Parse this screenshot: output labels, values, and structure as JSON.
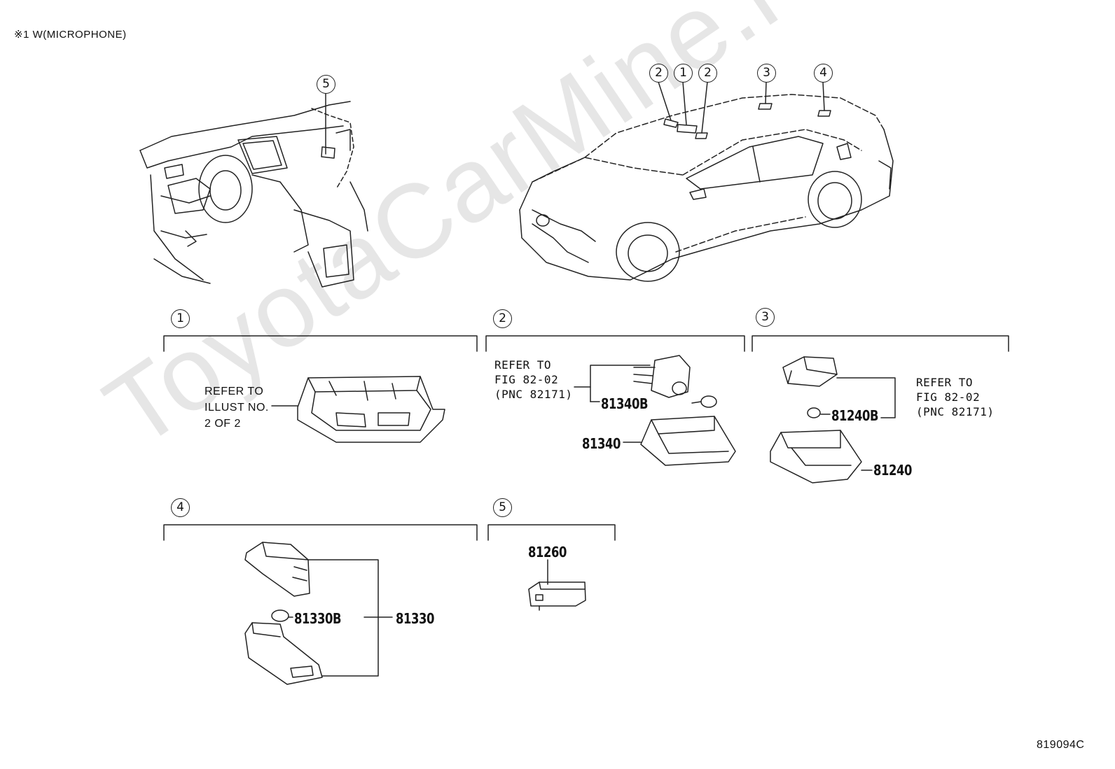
{
  "header_note": "※1 W(MICROPHONE)",
  "figure_code": "819094C",
  "watermark": "ToyotaCarMine.ru",
  "callouts_interior": [
    "5"
  ],
  "callouts_exterior": [
    "2",
    "1",
    "2",
    "3",
    "4"
  ],
  "groups": {
    "g1": {
      "number": "1",
      "refer": [
        "REFER TO",
        "ILLUST NO.",
        "2 OF 2"
      ]
    },
    "g2": {
      "number": "2",
      "refer": [
        "REFER TO",
        "FIG 82-02",
        "(PNC 82171)"
      ],
      "parts": [
        "81340B",
        "81340"
      ]
    },
    "g3": {
      "number": "3",
      "refer": [
        "REFER TO",
        "FIG 82-02",
        "(PNC 82171)"
      ],
      "parts": [
        "81240B",
        "81240"
      ]
    },
    "g4": {
      "number": "4",
      "parts": [
        "81330B",
        "81330"
      ]
    },
    "g5": {
      "number": "5",
      "parts": [
        "81260"
      ]
    }
  },
  "colors": {
    "line": "#222222",
    "watermark": "#e6e6e6",
    "background": "#ffffff"
  }
}
